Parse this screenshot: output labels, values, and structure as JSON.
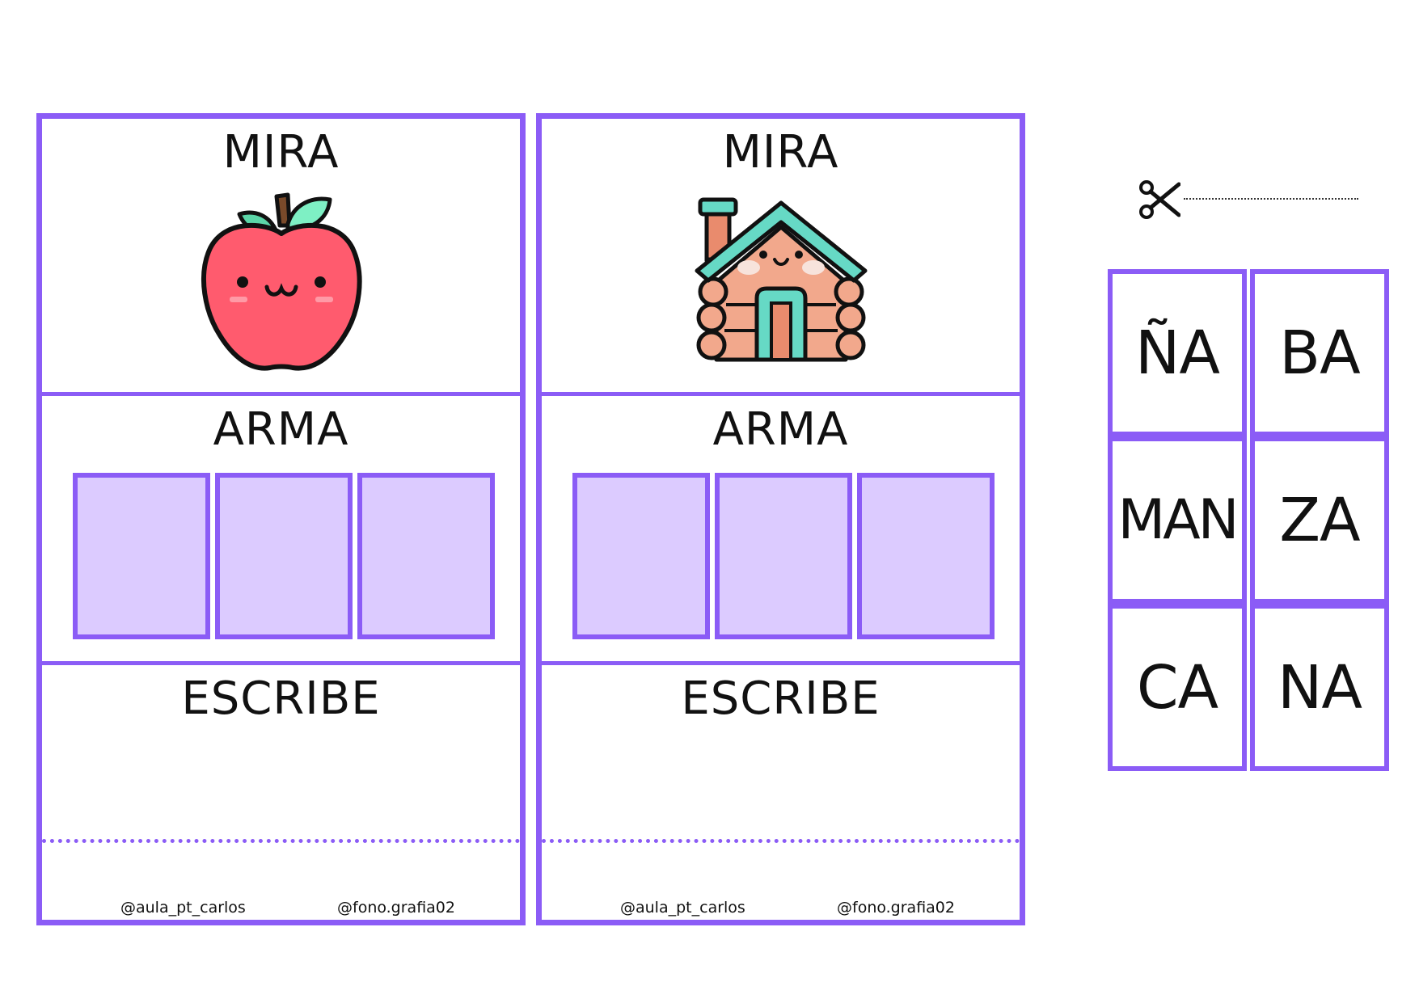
{
  "cards": [
    {
      "look_label": "MIRA",
      "picture": "apple-icon",
      "build_label": "ARMA",
      "write_label": "ESCRIBE",
      "handles": [
        "@aula_pt_carlos",
        "@fono.grafia02"
      ]
    },
    {
      "look_label": "MIRA",
      "picture": "log-cabin-icon",
      "build_label": "ARMA",
      "write_label": "ESCRIBE",
      "handles": [
        "@aula_pt_carlos",
        "@fono.grafia02"
      ]
    }
  ],
  "cutout": {
    "icon": "scissors-icon",
    "tiles": [
      "ÑA",
      "BA",
      "MAN",
      "ZA",
      "CA",
      "NA"
    ]
  },
  "colors": {
    "border": "#8b5cf6",
    "slot_fill": "#dccbff"
  }
}
